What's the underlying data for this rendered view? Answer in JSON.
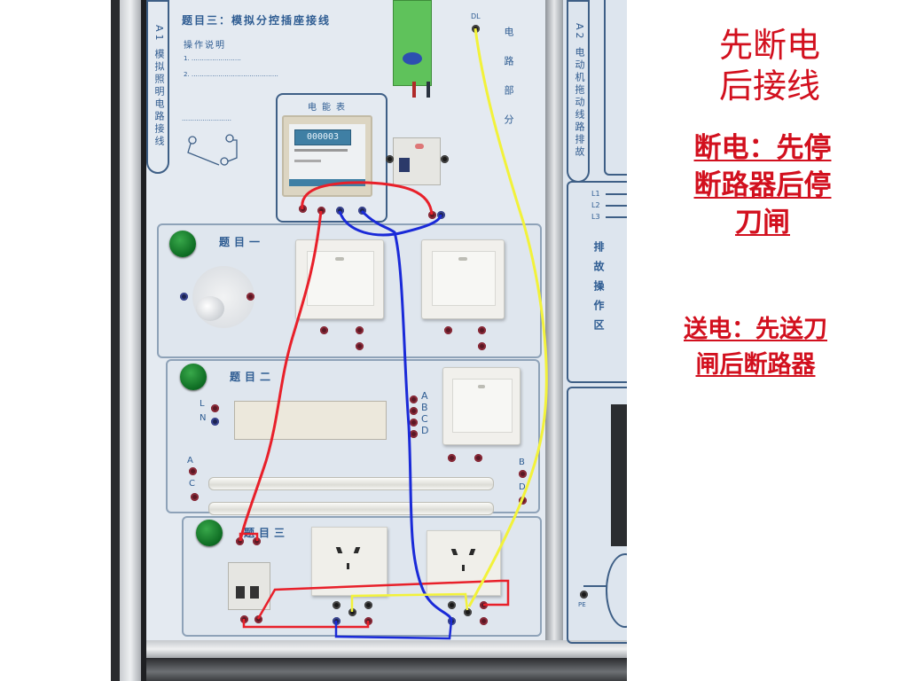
{
  "annotations": {
    "title_line1": "先断电",
    "title_line2": "后接线",
    "power_off_line1": "断电：先停",
    "power_off_line2": "断路器后停",
    "power_off_line3": "刀闸",
    "power_on_line1": "送电：先送刀",
    "power_on_line2": "闸后断路器",
    "color": "#d2101e"
  },
  "panel_a1": {
    "side_label": "A1 模拟照明电路接线",
    "heading": "题目三：模拟分控插座接线",
    "instructions_title": "操作说明",
    "instruction_1": "1. ……………………",
    "instruction_2": "2. ……………………………………",
    "diagram_caption": "……………………",
    "meter_title": "电能表",
    "meter_reading": "000003",
    "section_1": "题目一",
    "section_2": "题目二",
    "section_3": "题目三",
    "ballast_terminals": [
      "A",
      "B",
      "C",
      "D"
    ],
    "ln_labels": [
      "L",
      "N"
    ],
    "tube_left_labels": [
      "A",
      "C"
    ],
    "tube_right_labels": [
      "B",
      "D"
    ]
  },
  "panel_middle": {
    "terminal_label": "DL",
    "vertical_text": "电路部分"
  },
  "panel_a2": {
    "side_label": "A2 电动机拖动线路排故",
    "phase_labels": [
      "L1",
      "L2",
      "L3"
    ],
    "zone_label": "排故操作区",
    "pe_label": "PE"
  },
  "wire_colors": {
    "red": "#e8202a",
    "blue": "#1a2ad8",
    "yellow": "#f2f23a"
  }
}
